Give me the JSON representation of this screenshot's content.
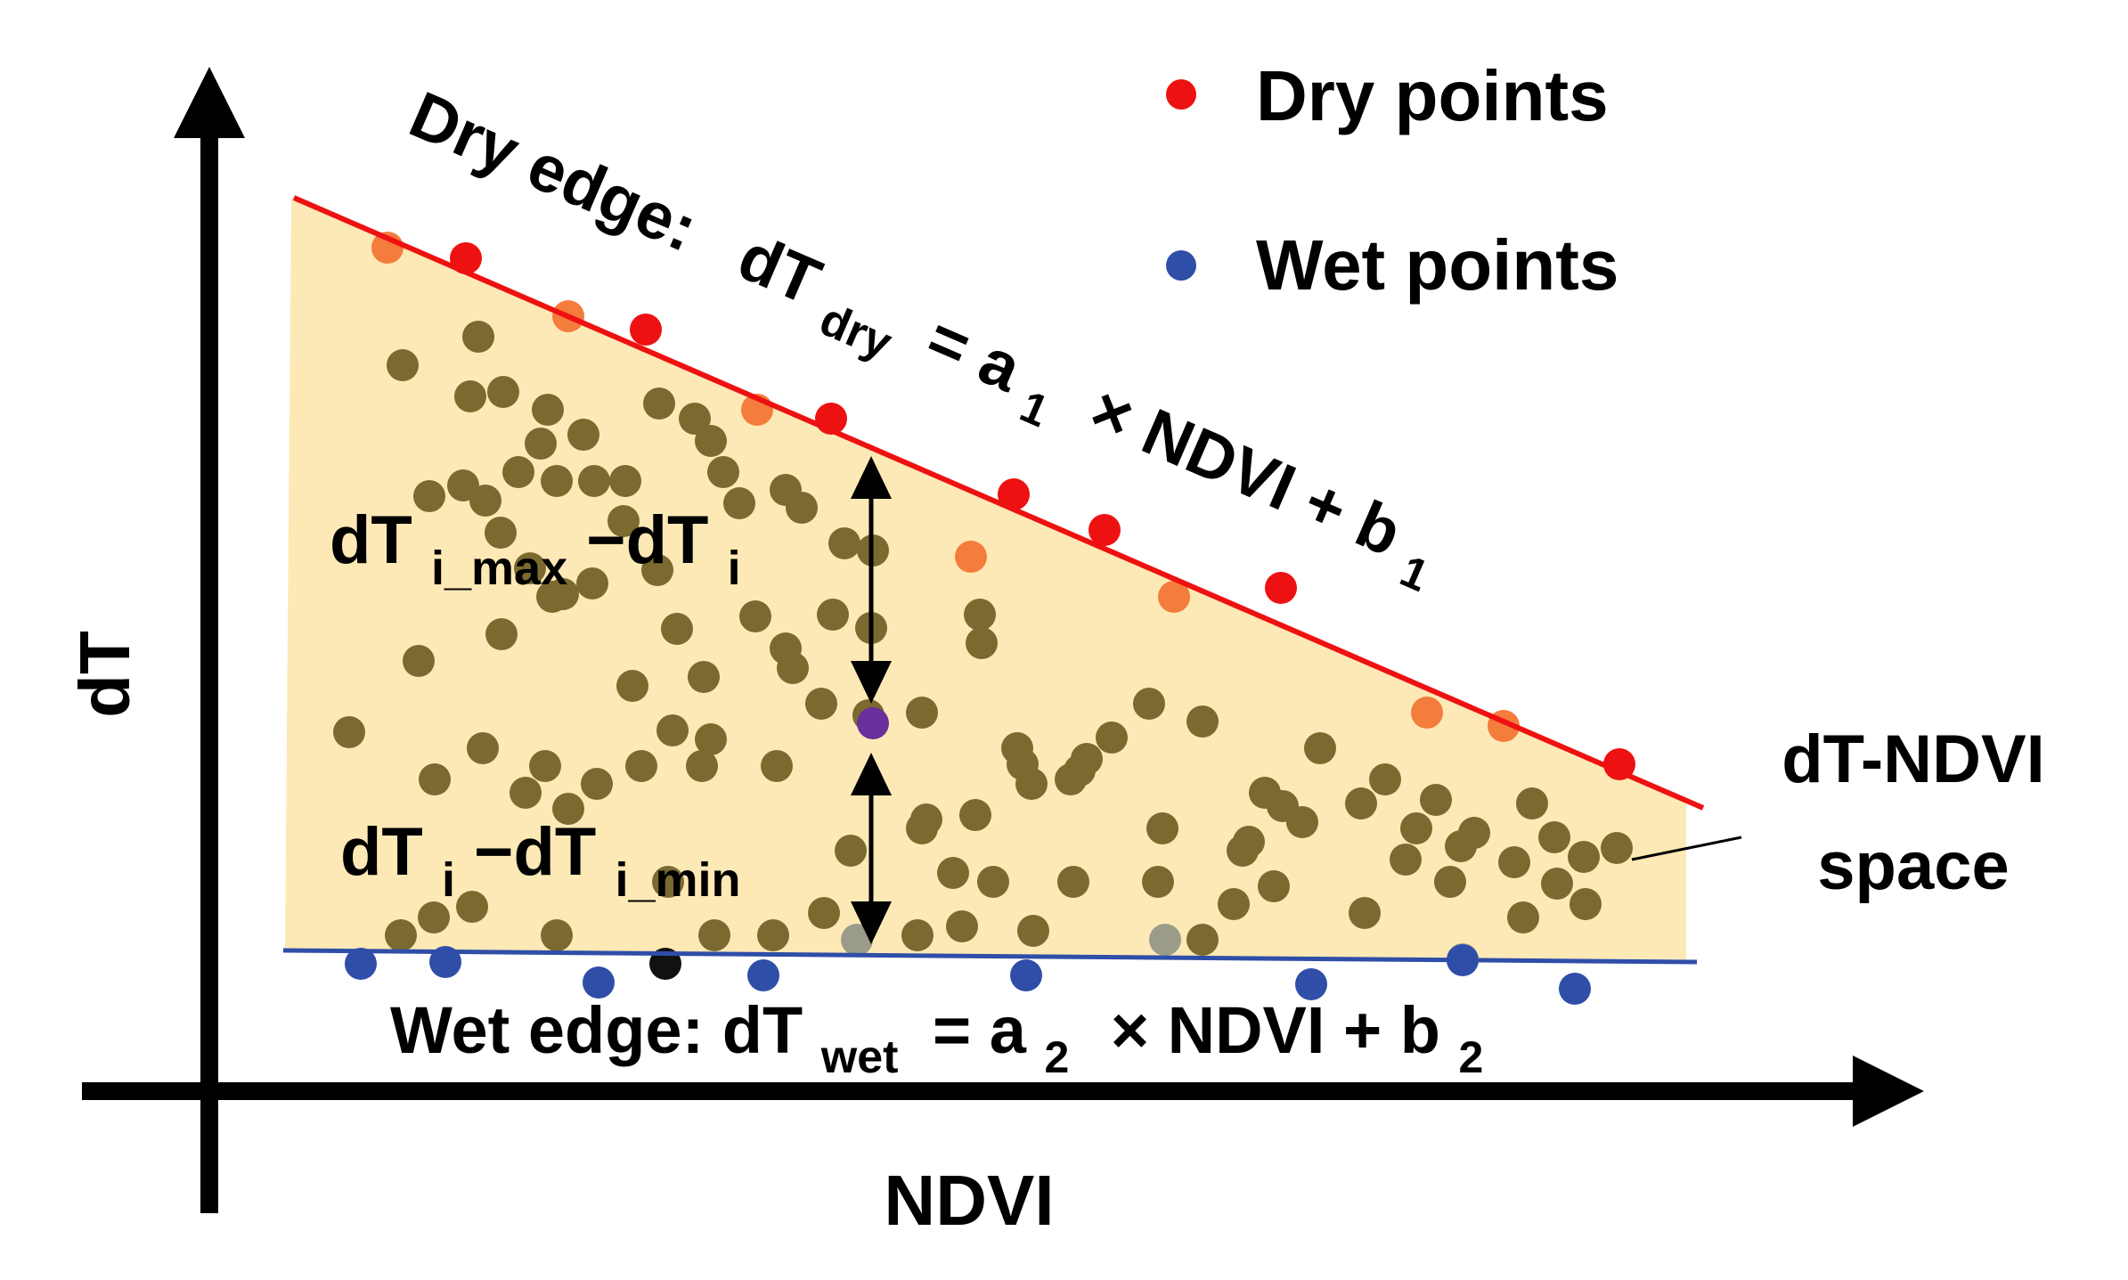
{
  "axes": {
    "x_label": "NDVI",
    "y_label": "dT"
  },
  "legend": {
    "dry": {
      "label": "Dry points",
      "color": "#ee1111"
    },
    "wet": {
      "label": "Wet points",
      "color": "#2f4ea8"
    }
  },
  "dry_edge": {
    "prefix": "Dry edge:",
    "var": "dT",
    "sub": "dry",
    "mid": "= a",
    "coef_sub": "1",
    "rest": "× NDVI + b",
    "const_sub": "1",
    "color": "#ee1111"
  },
  "wet_edge": {
    "prefix": "Wet edge: dT",
    "sub": "wet",
    "mid": "= a",
    "coef_sub": "2",
    "rest": "× NDVI + b",
    "const_sub": "2",
    "color": "#2f4ea8"
  },
  "upper_distance": {
    "t1": "dT",
    "s1": "i_max",
    "op": "−dT",
    "s2": "i"
  },
  "lower_distance": {
    "t1": "dT",
    "s1": "i",
    "op": "−dT",
    "s2": "i_min"
  },
  "space_label": {
    "line1": "dT-NDVI",
    "line2": "space"
  },
  "colors": {
    "space_fill": "#fde9b5",
    "scatter": "#7a6a30",
    "near_dry": "#f47c3c",
    "near_wet": "#9b9b8a",
    "focus_point": "#6a2f9a",
    "black_point": "#111111",
    "axis": "#000000"
  }
}
